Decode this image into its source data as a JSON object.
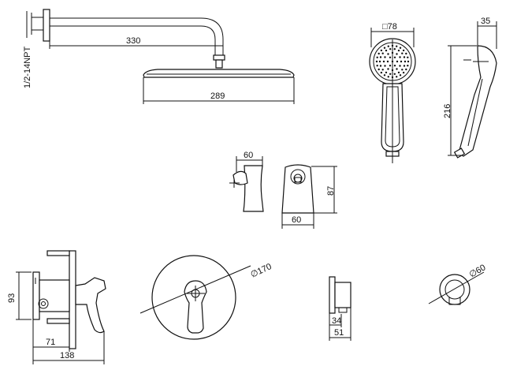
{
  "drawing": {
    "stroke_color": "#111111",
    "background_color": "#ffffff",
    "dimensions": {
      "thread": "1/2-14NPT",
      "arm_length": "330",
      "head_width": "289",
      "handheld_head": "□78",
      "handheld_depth": "35",
      "handheld_length": "216",
      "holder_width_top": "60",
      "holder_width_bottom": "60",
      "holder_height": "87",
      "valve_height": "93",
      "valve_depth": "71",
      "valve_total": "138",
      "trim_diameter": "∅170",
      "elbow_depth": "34",
      "elbow_total": "51",
      "flange_diameter": "∅60"
    }
  }
}
